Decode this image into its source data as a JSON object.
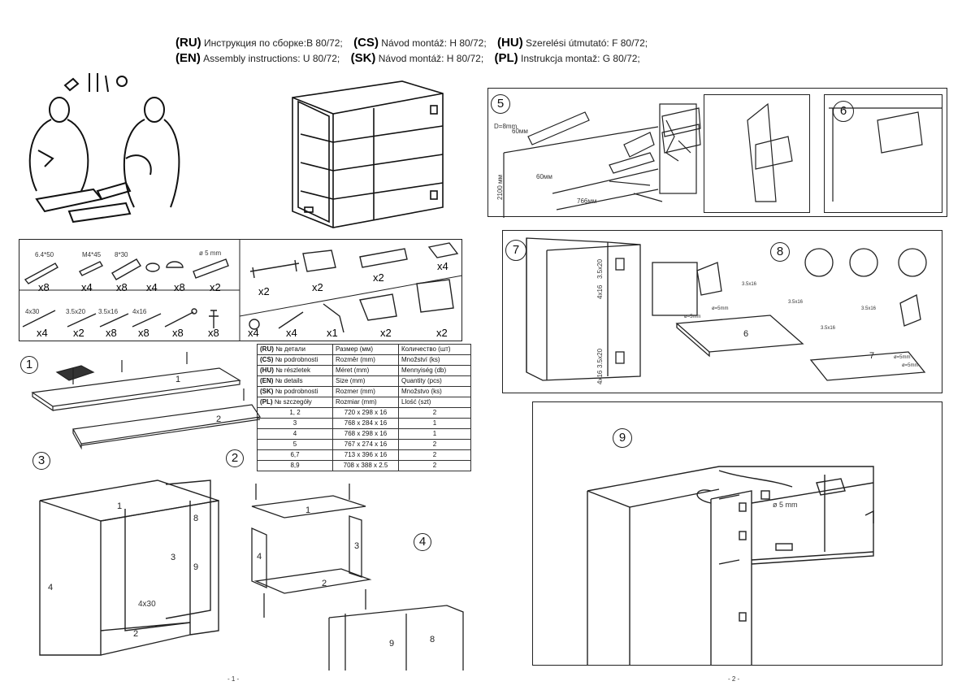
{
  "header": {
    "row1": [
      {
        "code": "(RU)",
        "text": "Инструкция по сборке:В 80/72;"
      },
      {
        "code": "(CS)",
        "text": "Návod montáž: H 80/72;"
      },
      {
        "code": "(HU)",
        "text": "Szerelési útmutató: F 80/72;"
      }
    ],
    "row2": [
      {
        "code": "(EN)",
        "text": "Assembly instructions: U 80/72;"
      },
      {
        "code": "(SK)",
        "text": "Návod montáž: H 80/72;"
      },
      {
        "code": "(PL)",
        "text": "Instrukcja montaž: G 80/72;"
      }
    ]
  },
  "hardware_top_left": {
    "labels": [
      "6.4*50",
      "M4*45",
      "8*30",
      "",
      "",
      "ø 5 mm"
    ],
    "counts": [
      "x8",
      "x4",
      "x8",
      "x4",
      "x8",
      "x2"
    ]
  },
  "hardware_bottom_left": {
    "labels": [
      "4x30",
      "3.5x20",
      "3.5x16",
      "4x16",
      "",
      ""
    ],
    "counts": [
      "x4",
      "x2",
      "x8",
      "x8",
      "x8",
      "x8"
    ]
  },
  "hardware_top_right": {
    "counts": [
      "x2",
      "x2",
      "x2",
      "x4"
    ]
  },
  "hardware_bottom_right": {
    "counts": [
      "x4",
      "x4",
      "x1",
      "x2",
      "x2"
    ]
  },
  "parts_table": {
    "lang_rows": [
      {
        "code": "(RU)",
        "detail": "№ детали",
        "size": "Размер  (мм)",
        "qty": "Количество (шт)"
      },
      {
        "code": "(CS)",
        "detail": "№ podrobnosti",
        "size": "Rozměr (mm)",
        "qty": "Množství (ks)"
      },
      {
        "code": "(HU)",
        "detail": "№ részletek",
        "size": "Méret (mm)",
        "qty": "Mennyiség (db)"
      },
      {
        "code": "(EN)",
        "detail": "№ details",
        "size": "Size (mm)",
        "qty": "Quantity  (pcs)"
      },
      {
        "code": "(SK)",
        "detail": "№ podrobnosti",
        "size": "Rozmer (mm)",
        "qty": "Množstvo (ks)"
      },
      {
        "code": "(PL)",
        "detail": "№ szczegóły",
        "size": "Rozmiar (mm)",
        "qty": "Llość (szt)"
      }
    ],
    "rows": [
      {
        "part": "1, 2",
        "size": "720 x 298 x 16",
        "qty": "2"
      },
      {
        "part": "3",
        "size": "768 x 284 x 16",
        "qty": "1"
      },
      {
        "part": "4",
        "size": "768 x 298 x 16",
        "qty": "1"
      },
      {
        "part": "5",
        "size": "767 x 274 x 16",
        "qty": "2"
      },
      {
        "part": "6,7",
        "size": "713 x 396 x 16",
        "qty": "2"
      },
      {
        "part": "8,9",
        "size": "708 x 388 x 2.5",
        "qty": "2"
      }
    ]
  },
  "steps": {
    "s1": "1",
    "s2": "2",
    "s3": "3",
    "s4": "4",
    "s5": "5",
    "s6": "6",
    "s7": "7",
    "s8": "8",
    "s9": "9"
  },
  "step1_labels": {
    "p1": "1",
    "p2": "2"
  },
  "step3_labels": {
    "p1": "1",
    "p2": "2",
    "p3": "3",
    "p4": "4",
    "p8": "8",
    "p9": "9",
    "screw": "4x30"
  },
  "step4_labels": {
    "p1": "1",
    "p2": "2",
    "p3": "3",
    "p4": "4",
    "p8": "8",
    "p9": "9"
  },
  "step5_labels": {
    "drill": "D=8mm",
    "d60a": "60мм",
    "d60b": "60мм",
    "h2100": "2100 мм",
    "w766": "766мм"
  },
  "step7_labels": {
    "s1": "3.5x20",
    "s2": "4x16",
    "s3": "3.5x20",
    "s4": "4x16"
  },
  "step8_labels": {
    "p6": "6",
    "p7": "7",
    "sa": "3.5x16",
    "sb": "3.5x16",
    "sc": "3.5x16",
    "sd": "3.5x16",
    "da": "ø=5mm",
    "db": "ø=5mm",
    "dc": "ø=5mm",
    "dd": "ø=5mm"
  },
  "step9_labels": {
    "drill": "ø 5 mm"
  },
  "pages": {
    "left": "- 1 -",
    "right": "- 2 -"
  }
}
